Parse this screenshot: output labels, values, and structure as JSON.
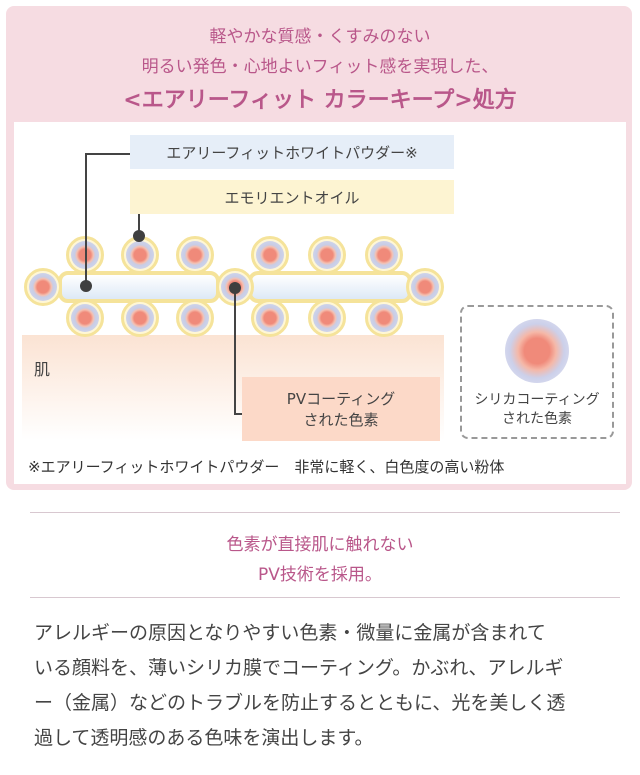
{
  "header": {
    "line1": "軽やかな質感・くすみのない",
    "line2": "明るい発色・心地よいフィット感を実現した、",
    "title": "<エアリーフィット カラーキープ>処方"
  },
  "diagram": {
    "powder_label": "エアリーフィットホワイトパウダー※",
    "oil_label": "エモリエントオイル",
    "skin_label": "肌",
    "pv_label_1": "PVコーティング",
    "pv_label_2": "された色素",
    "silica_label_1": "シリカコーティング",
    "silica_label_2": "された色素"
  },
  "footnote": "※エアリーフィットホワイトパウダー　非常に軽く、白色度の高い粉体",
  "subheading": {
    "line1": "色素が直接肌に触れない",
    "line2": "PV技術を採用。"
  },
  "body": [
    "アレルギーの原因となりやすい色素・微量に金属が含まれて",
    "いる顔料を、薄いシリカ膜でコーティング。かぶれ、アレルギ",
    "ー（金属）などのトラブルを防止するとともに、光を美しく透",
    "過して透明感のある色味を演出します。"
  ],
  "colors": {
    "accent": "#b9578a",
    "panel": "#f6dce2"
  }
}
